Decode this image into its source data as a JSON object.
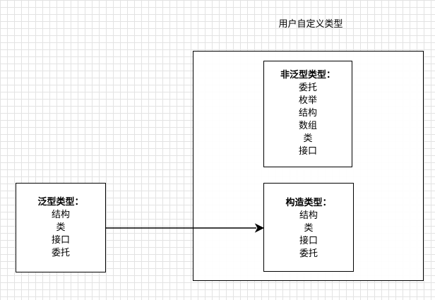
{
  "diagram": {
    "container_title": "用户自定义类型",
    "non_generic": {
      "title": "非泛型类型：",
      "items": [
        "委托",
        "枚举",
        "结构",
        "数组",
        "类",
        "接口"
      ]
    },
    "constructed": {
      "title": "构造类型：",
      "items": [
        "结构",
        "类",
        "接口",
        "委托"
      ]
    },
    "generic": {
      "title": "泛型类型：",
      "items": [
        "结构",
        "类",
        "接口",
        "委托"
      ]
    },
    "edges": [
      {
        "from": "generic",
        "to": "constructed"
      }
    ]
  }
}
